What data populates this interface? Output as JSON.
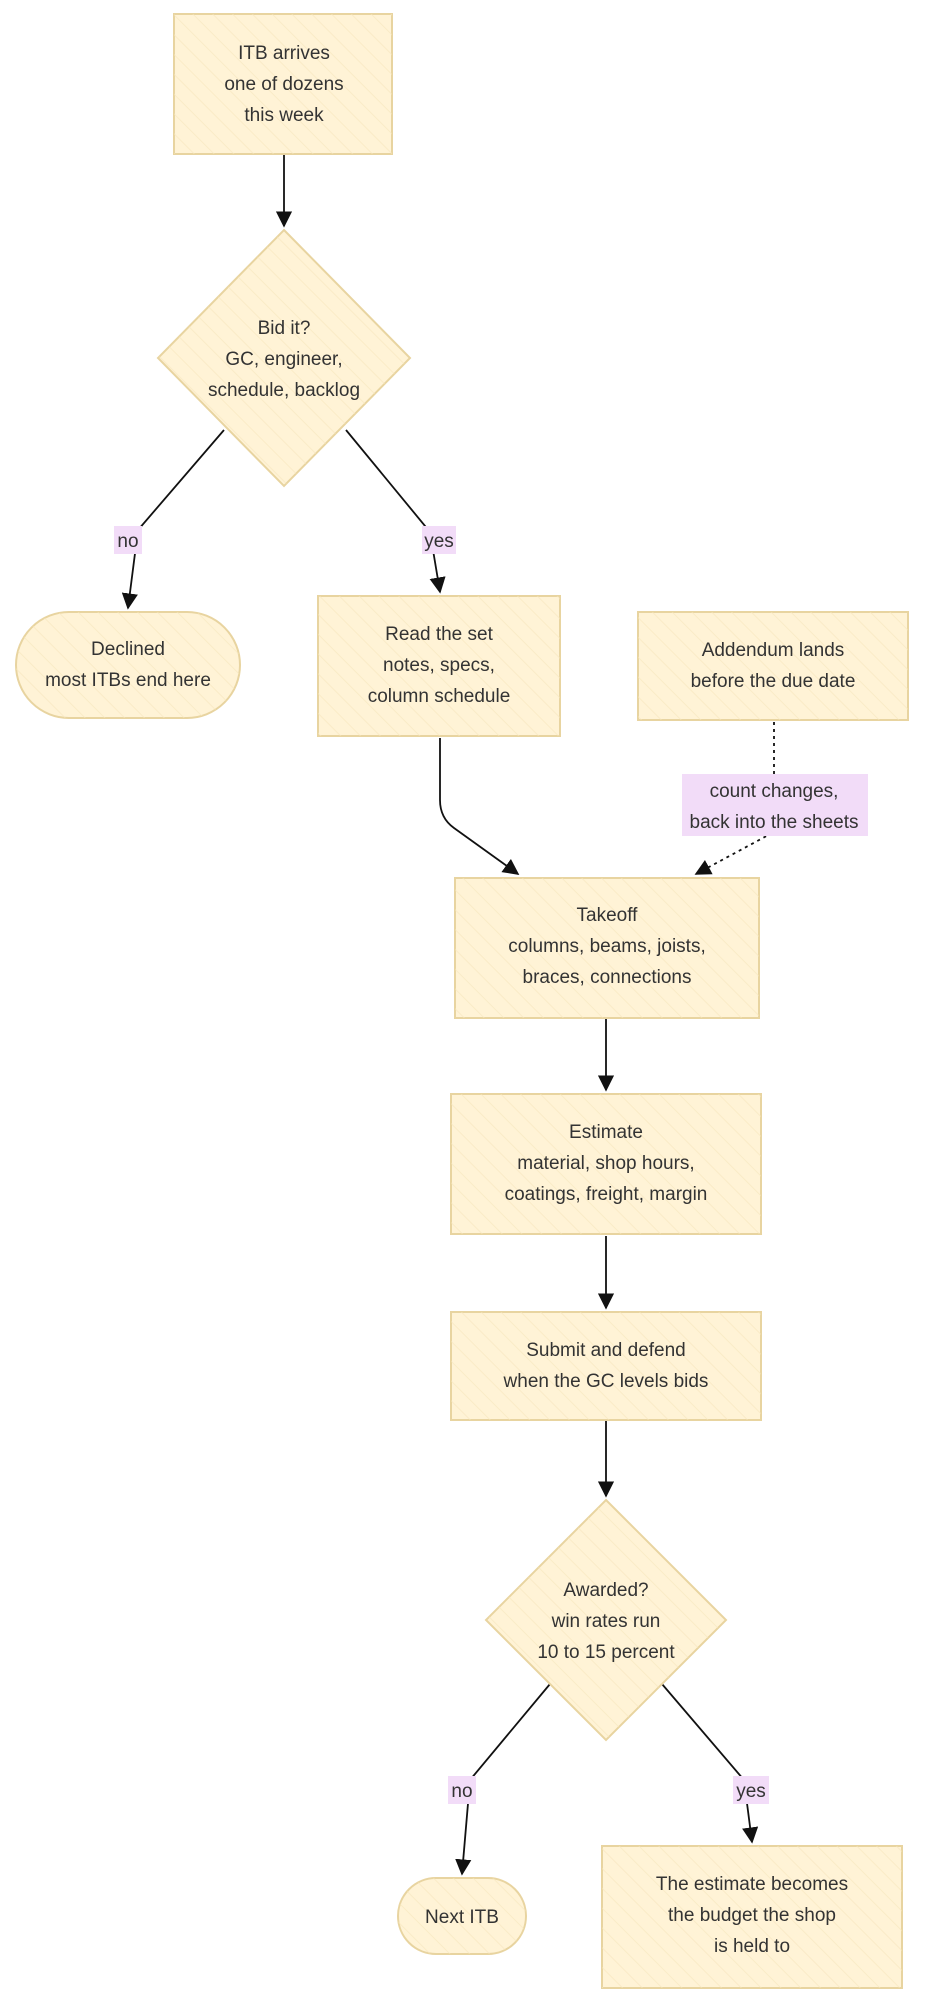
{
  "nodes": {
    "itb_arrives": [
      "ITB arrives",
      "one of dozens",
      "this week"
    ],
    "bid_it": [
      "Bid it?",
      "GC, engineer,",
      "schedule, backlog"
    ],
    "declined": [
      "Declined",
      "most ITBs end here"
    ],
    "read_set": [
      "Read the set",
      "notes, specs,",
      "column schedule"
    ],
    "addendum": [
      "Addendum lands",
      "before the due date"
    ],
    "takeoff": [
      "Takeoff",
      "columns, beams, joists,",
      "braces, connections"
    ],
    "estimate": [
      "Estimate",
      "material, shop hours,",
      "coatings, freight, margin"
    ],
    "submit": [
      "Submit and defend",
      "when the GC levels bids"
    ],
    "awarded": [
      "Awarded?",
      "win rates run",
      "10 to 15 percent"
    ],
    "next_itb": [
      "Next ITB"
    ],
    "budget": [
      "The estimate becomes",
      "the budget the shop",
      "is held to"
    ]
  },
  "edge_labels": {
    "bid_no": "no",
    "bid_yes": "yes",
    "addendum_note": [
      "count changes,",
      "back into the sheets"
    ],
    "awarded_no": "no",
    "awarded_yes": "yes"
  },
  "colors": {
    "node_fill": "#fff3d6",
    "node_stroke": "#e8d4a0",
    "label_bg": "#f2dcf8",
    "edge": "#111111",
    "text": "#333333"
  }
}
